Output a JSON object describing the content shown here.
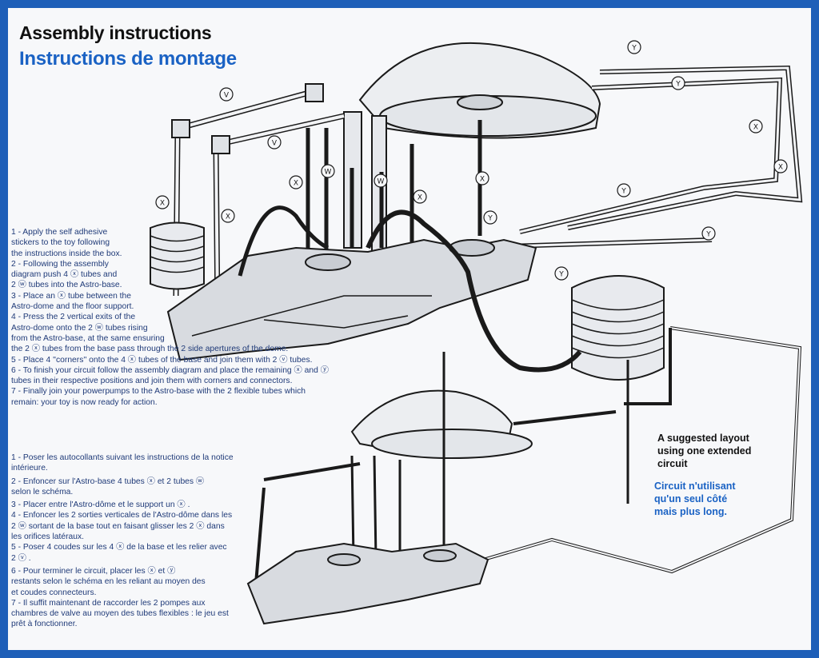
{
  "header": {
    "title_en": "Assembly instructions",
    "title_fr": "Instructions de montage"
  },
  "instructions_en": [
    "1 - Apply the self adhesive",
    "stickers to the toy following",
    "the instructions inside the box.",
    "2 - Following the assembly",
    "diagram push 4 ⓧ tubes and",
    "2 ⓦ tubes into the Astro-base.",
    "3 - Place an ⓧ tube between the",
    "Astro-dome and the floor support.",
    "4 - Press the 2 vertical exits of the",
    "Astro-dome onto the 2 ⓦ tubes rising",
    "from the Astro-base, at the same ensuring",
    "the 2 ⓧ tubes from the base pass through the 2 side apertures of the dome.",
    "5 - Place 4 ''corners'' onto the 4 ⓧ tubes of the base and join them with 2 ⓥ tubes.",
    "6 - To finish your circuit follow the assembly diagram and place the remaining ⓧ and ⓨ",
    "tubes in their respective positions and join them with corners and connectors.",
    "7 - Finally join your powerpumps to the Astro-base with the 2 flexible tubes which",
    "remain: your toy is now ready for action."
  ],
  "instructions_fr": [
    "1 - Poser les autocollants suivant les instructions de la notice",
    "intérieure.",
    "",
    "2 - Enfoncer sur l'Astro-base 4 tubes ⓧ et 2 tubes ⓦ",
    "selon le schéma.",
    "",
    "3 - Placer entre l'Astro-dôme et le support un ⓧ .",
    "4 - Enfoncer les 2 sorties verticales de l'Astro-dôme dans les",
    "2 ⓦ sortant de la base tout en faisant glisser les 2 ⓧ dans",
    "les orifices latéraux.",
    "5 - Poser 4 coudes sur les 4 ⓧ de la base et les relier avec",
    "2 ⓥ .",
    "",
    "6 - Pour terminer le circuit, placer les ⓧ et ⓨ",
    "restants selon le schéma en les reliant au moyen des",
    "et coudes connecteurs.",
    "7 - Il suffit maintenant de raccorder les 2 pompes aux",
    "chambres de valve au moyen des tubes flexibles : le jeu est",
    "prêt à fonctionner."
  ],
  "layout_note": {
    "en": [
      "A suggested layout",
      "using one extended",
      "circuit"
    ],
    "fr": [
      "Circuit n'utilisant",
      "qu'un seul côté",
      "mais plus long."
    ]
  },
  "tube_labels": {
    "v": "V",
    "w": "W",
    "x": "X",
    "y": "Y"
  },
  "colors": {
    "frame": "#1e5fb8",
    "paper": "#f7f8fa",
    "title_blue": "#1a62c4",
    "text_navy": "#1f3a78",
    "ink": "#1a1a1a"
  }
}
